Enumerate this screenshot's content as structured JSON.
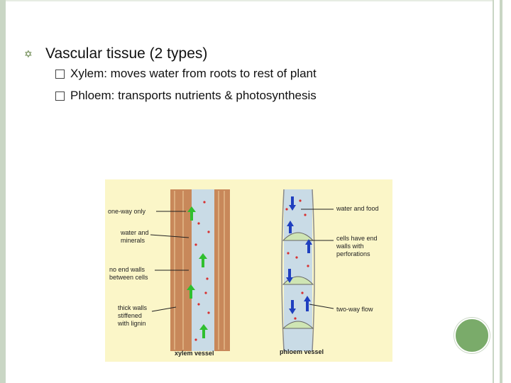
{
  "slide": {
    "heading": "Vascular tissue (2 types)",
    "subpoints": [
      "Xylem: moves water from roots to rest of plant",
      "Phloem: transports nutrients & photosynthesis"
    ]
  },
  "diagram": {
    "left_labels": [
      "one-way only",
      "water and minerals",
      "no end walls between cells",
      "thick walls stiffened with lignin"
    ],
    "right_labels": [
      "water and food",
      "cells have end walls with perforations",
      "two-way flow"
    ],
    "captions": [
      "xylem vessel",
      "phloem vessel"
    ]
  },
  "colors": {
    "border": "#c9d6c4",
    "accent_circle": "#7aab6a",
    "diagram_bg": "#fbf6c8",
    "xylem_wall": "#c8885a",
    "vessel_fill": "#c9dbe6",
    "green_arrow": "#2fbf2f",
    "blue_arrow": "#1f3fbf",
    "dot": "#d83030"
  }
}
